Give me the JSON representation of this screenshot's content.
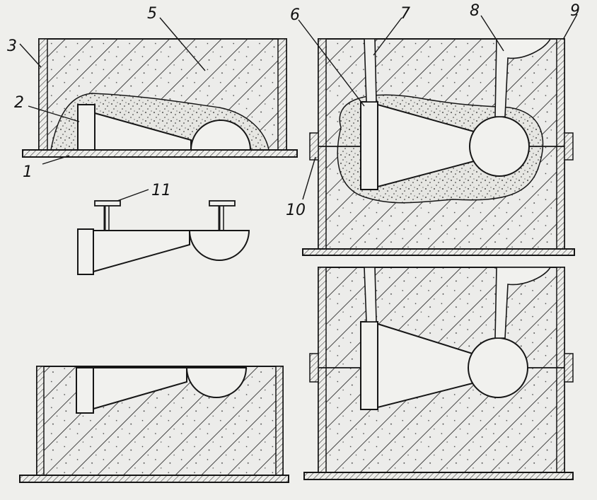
{
  "figure": {
    "labels": [
      "1",
      "2",
      "3",
      "5",
      "6",
      "7",
      "8",
      "9",
      "10",
      "11"
    ]
  },
  "colors": {
    "paper": "#efefec",
    "ink": "#161616",
    "sand": "#e4e4df"
  }
}
